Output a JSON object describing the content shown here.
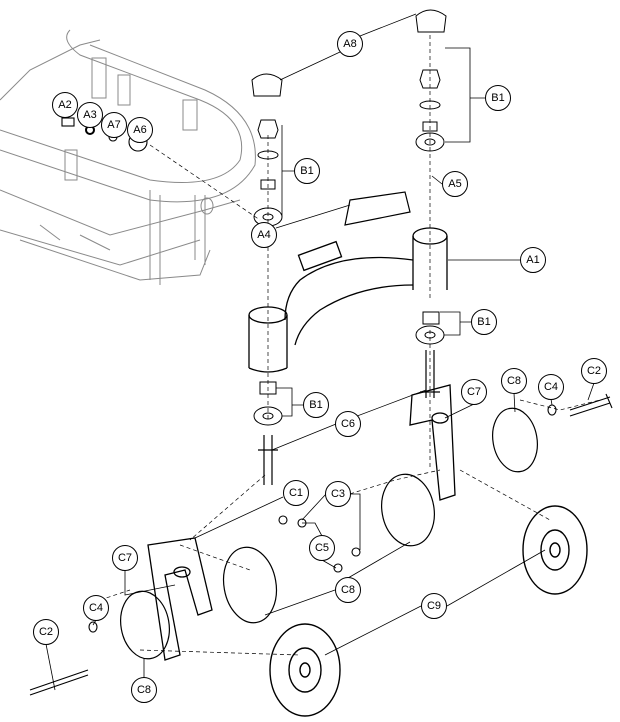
{
  "diagram": {
    "callouts": [
      {
        "id": "a8",
        "label": "A8"
      },
      {
        "id": "b1-top-right",
        "label": "B1"
      },
      {
        "id": "a2",
        "label": "A2"
      },
      {
        "id": "a3",
        "label": "A3"
      },
      {
        "id": "a7",
        "label": "A7"
      },
      {
        "id": "a6",
        "label": "A6"
      },
      {
        "id": "b1-top-left",
        "label": "B1"
      },
      {
        "id": "a5",
        "label": "A5"
      },
      {
        "id": "a4",
        "label": "A4"
      },
      {
        "id": "a1",
        "label": "A1"
      },
      {
        "id": "b1-mid-right",
        "label": "B1"
      },
      {
        "id": "b1-lower-left",
        "label": "B1"
      },
      {
        "id": "c6",
        "label": "C6"
      },
      {
        "id": "c7-right",
        "label": "C7"
      },
      {
        "id": "c8-right",
        "label": "C8"
      },
      {
        "id": "c4-right",
        "label": "C4"
      },
      {
        "id": "c2-right",
        "label": "C2"
      },
      {
        "id": "c1",
        "label": "C1"
      },
      {
        "id": "c3",
        "label": "C3"
      },
      {
        "id": "c5",
        "label": "C5"
      },
      {
        "id": "c8-center",
        "label": "C8"
      },
      {
        "id": "c7-left",
        "label": "C7"
      },
      {
        "id": "c4-left",
        "label": "C4"
      },
      {
        "id": "c2-left",
        "label": "C2"
      },
      {
        "id": "c9",
        "label": "C9"
      },
      {
        "id": "c8-bottom",
        "label": "C8"
      }
    ],
    "line_color": "#000000",
    "frame_color": "#8a8a8a"
  }
}
